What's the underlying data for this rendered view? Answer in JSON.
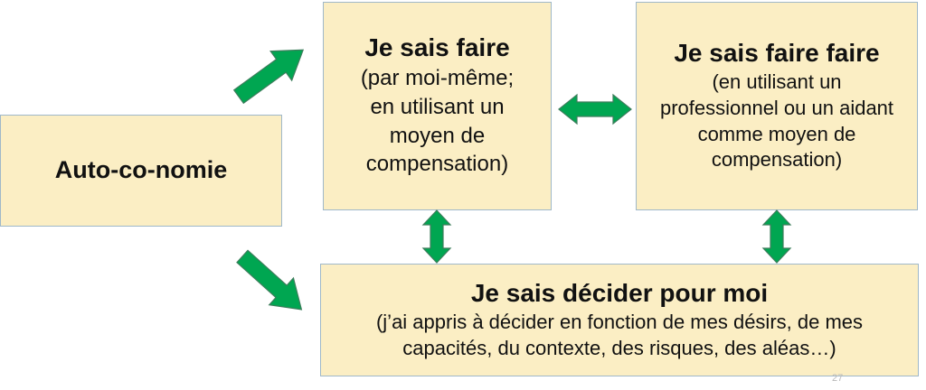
{
  "boxes": {
    "left": {
      "title": "Auto-co-nomie"
    },
    "middle": {
      "title": "Je sais faire",
      "lines": [
        "(par moi-même;",
        "en utilisant un",
        "moyen de",
        "compensation)"
      ]
    },
    "right": {
      "title": "Je sais faire faire",
      "lines": [
        "(en utilisant un",
        "professionnel ou un aidant",
        "comme moyen de",
        "compensation)"
      ]
    },
    "bottom": {
      "title": "Je sais décider pour moi",
      "lines": [
        "(j’ai appris à décider en fonction de mes désirs, de mes",
        "capacités, du contexte, des risques, des aléas…)"
      ]
    }
  },
  "page_number": "27",
  "colors": {
    "box_fill": "#fbeec4",
    "box_border": "#9fb8c9",
    "arrow": "#00a651"
  }
}
